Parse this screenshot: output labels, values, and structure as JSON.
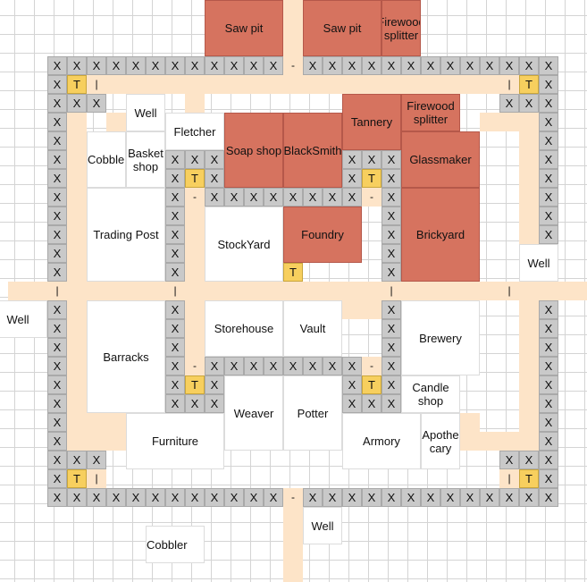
{
  "legend": {
    "wall": "X",
    "tower": "T",
    "gate": "-",
    "post": "|"
  },
  "colors": {
    "road": "#fde4c8",
    "wall": "#c9c9c9",
    "tower": "#f7cf5e",
    "production": "#d6735f",
    "building": "#ffffff"
  },
  "buildings": {
    "saw_pit_left": "Saw pit",
    "saw_pit_right": "Saw pit",
    "firewood_splitter_top": "Firewood splitter",
    "well_north": "Well",
    "fletcher": "Fletcher",
    "soap_shop": "Soap shop",
    "blacksmith": "BlackSmith",
    "tannery": "Tannery",
    "firewood_splitter_inner": "Firewood splitter",
    "cobbler_inner": "Cobbler",
    "basket_shop": "Basket shop",
    "glassmaker": "Glassmaker",
    "trading_post": "Trading Post",
    "stockyard": "StockYard",
    "foundry": "Foundry",
    "brickyard": "Brickyard",
    "well_east": "Well",
    "well_west": "Well",
    "storehouse": "Storehouse",
    "vault": "Vault",
    "brewery": "Brewery",
    "barracks": "Barracks",
    "candle_shop": "Candle shop",
    "weaver": "Weaver",
    "potter": "Potter",
    "furniture": "Furniture",
    "armory": "Armory",
    "apothecary": "Apothe cary",
    "well_south": "Well",
    "cobbler_south": "Cobbler"
  }
}
